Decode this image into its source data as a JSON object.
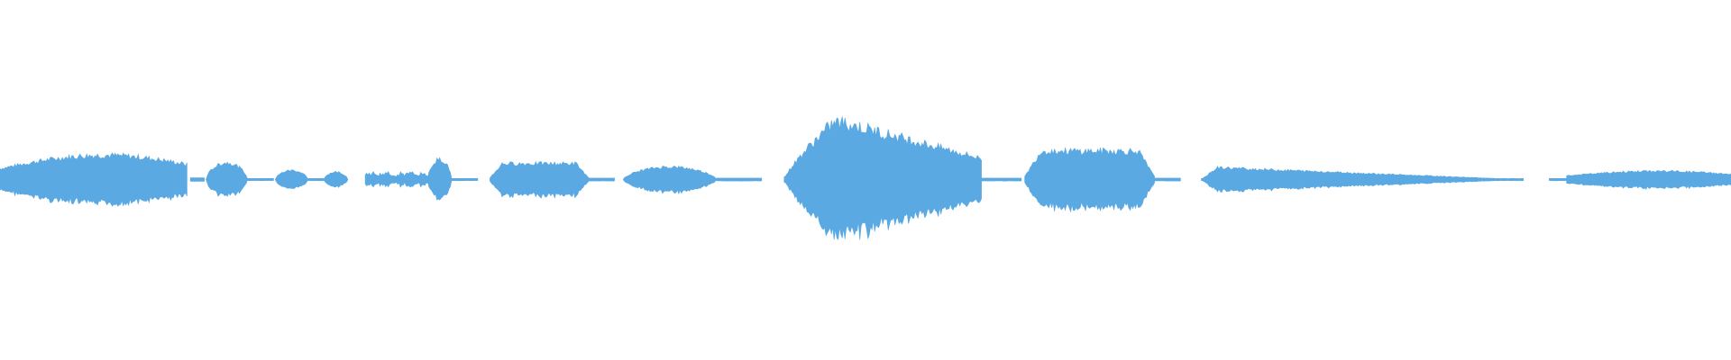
{
  "waveform": {
    "color": "#5aa9e2",
    "background": "#ffffff",
    "duration_fraction": 1.0,
    "segments": [
      {
        "start": 0.0,
        "end": 0.108,
        "peak": 0.145,
        "shape": "swell-end"
      },
      {
        "start": 0.11,
        "end": 0.118,
        "peak": 0.01,
        "shape": "flat"
      },
      {
        "start": 0.119,
        "end": 0.143,
        "peak": 0.1,
        "shape": "bump"
      },
      {
        "start": 0.143,
        "end": 0.158,
        "peak": 0.006,
        "shape": "flat"
      },
      {
        "start": 0.159,
        "end": 0.178,
        "peak": 0.055,
        "shape": "bump"
      },
      {
        "start": 0.178,
        "end": 0.187,
        "peak": 0.006,
        "shape": "flat"
      },
      {
        "start": 0.187,
        "end": 0.201,
        "peak": 0.045,
        "shape": "bump"
      },
      {
        "start": 0.211,
        "end": 0.247,
        "peak": 0.045,
        "shape": "noise"
      },
      {
        "start": 0.247,
        "end": 0.261,
        "peak": 0.12,
        "shape": "bump"
      },
      {
        "start": 0.261,
        "end": 0.276,
        "peak": 0.006,
        "shape": "flat"
      },
      {
        "start": 0.283,
        "end": 0.34,
        "peak": 0.095,
        "shape": "plateau"
      },
      {
        "start": 0.34,
        "end": 0.355,
        "peak": 0.008,
        "shape": "flat"
      },
      {
        "start": 0.36,
        "end": 0.414,
        "peak": 0.075,
        "shape": "bump"
      },
      {
        "start": 0.414,
        "end": 0.44,
        "peak": 0.008,
        "shape": "flat"
      },
      {
        "start": 0.453,
        "end": 0.567,
        "peak": 0.34,
        "shape": "peak-early"
      },
      {
        "start": 0.567,
        "end": 0.59,
        "peak": 0.008,
        "shape": "flat"
      },
      {
        "start": 0.592,
        "end": 0.667,
        "peak": 0.17,
        "shape": "plateau"
      },
      {
        "start": 0.667,
        "end": 0.682,
        "peak": 0.008,
        "shape": "flat"
      },
      {
        "start": 0.694,
        "end": 0.88,
        "peak": 0.075,
        "shape": "decay"
      },
      {
        "start": 0.895,
        "end": 0.905,
        "peak": 0.006,
        "shape": "flat"
      },
      {
        "start": 0.905,
        "end": 1.0,
        "peak": 0.05,
        "shape": "swell-end"
      }
    ]
  }
}
